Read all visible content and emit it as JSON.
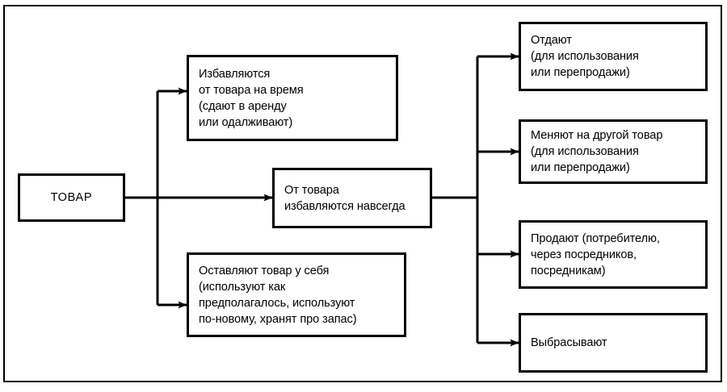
{
  "diagram": {
    "title_node": {
      "label": "ТОВАР"
    },
    "branches": [
      {
        "id": "temporary",
        "label": "Избавляются\nот товара на время\n(сдают в аренду\nили одалживают)"
      },
      {
        "id": "permanent",
        "label": "От товара\nизбавляются навсегда"
      },
      {
        "id": "keep",
        "label": "Оставляют товар у себя\n(использyют как\nпредполагалось, используют\nпо-новому, хранят про запас)"
      }
    ],
    "outcomes": [
      {
        "id": "give-away",
        "label": "Отдают\n(для использования\nили перепродажи)"
      },
      {
        "id": "trade",
        "label": "Меняют на другой товар\n(для использования\nили перепродажи)"
      },
      {
        "id": "sell",
        "label": "Продают (потребителю,\nчерез посредников,\nпосредникам)"
      },
      {
        "id": "discard",
        "label": "Выбрасывают"
      }
    ],
    "colors": {
      "stroke": "#000000",
      "fill": "#ffffff",
      "text": "#000000"
    }
  }
}
